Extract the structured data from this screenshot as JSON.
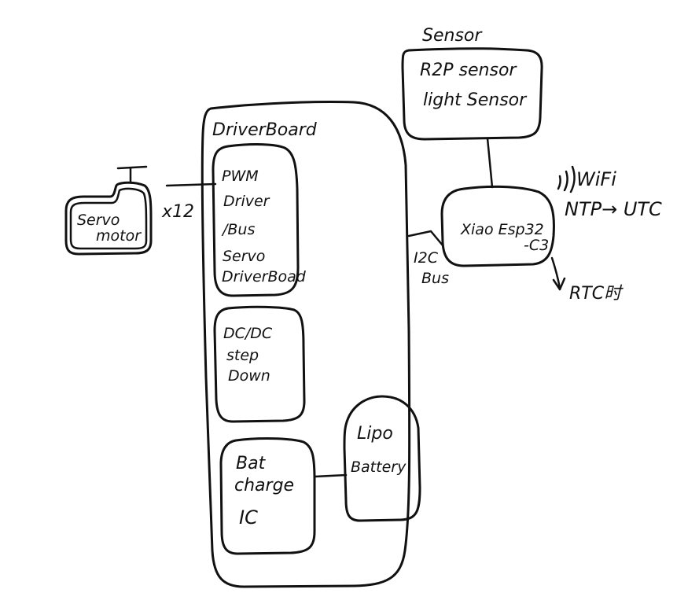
{
  "labels": {
    "sensor_title": "Sensor",
    "sensor_line1": "R2P sensor",
    "sensor_line2": "light Sensor",
    "driver_board": "DriverBoard",
    "pwm_line1": "PWM",
    "pwm_line2": "Driver",
    "pwm_line3": "/Bus",
    "pwm_line4": "Servo",
    "pwm_line5": "DriverBoad",
    "dcdc_line1": "DC/DC",
    "dcdc_line2": "step",
    "dcdc_line3": "Down",
    "bat_line1": "Bat",
    "bat_line2": "charge",
    "bat_line3": "IC",
    "lipo_line1": "Lipo",
    "lipo_line2": "Battery",
    "servo_line1": "Servo",
    "servo_line2": "motor",
    "multiplier": "x12",
    "i2c_line1": "I2C",
    "i2c_line2": "Bus",
    "xiao_line1": "Xiao Esp32",
    "xiao_line2": "-C3",
    "wifi": "WiFi",
    "ntp": "NTP→ UTC",
    "rtc": "RTC时"
  },
  "colors": {
    "ink": "#111111",
    "paper": "#ffffff"
  }
}
